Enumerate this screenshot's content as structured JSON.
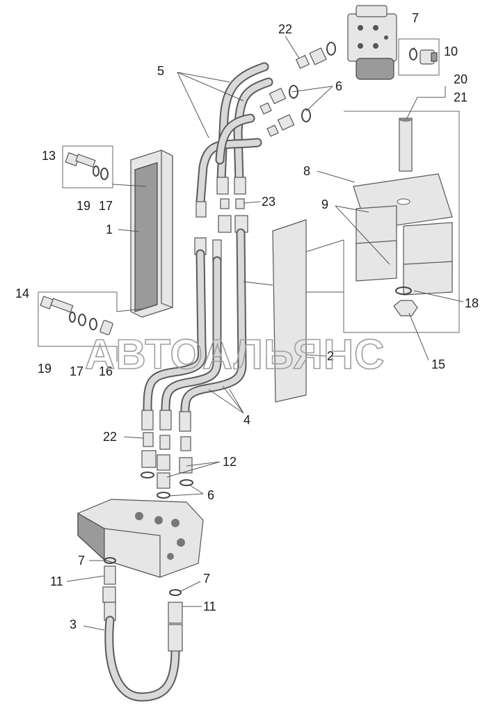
{
  "watermark": "АВТОАЛЬЯНС",
  "labels": {
    "l1": "1",
    "l2": "2",
    "l3": "3",
    "l4": "4",
    "l5": "5",
    "l6a": "6",
    "l6b": "6",
    "l7a": "7",
    "l7b": "7",
    "l7c": "7",
    "l8": "8",
    "l9": "9",
    "l10": "10",
    "l11a": "11",
    "l11b": "11",
    "l12": "12",
    "l13": "13",
    "l14": "14",
    "l15": "15",
    "l16": "16",
    "l17a": "17",
    "l17b": "17",
    "l18": "18",
    "l19a": "19",
    "l19b": "19",
    "l20": "20",
    "l21": "21",
    "l22a": "22",
    "l22b": "22",
    "l23": "23"
  }
}
